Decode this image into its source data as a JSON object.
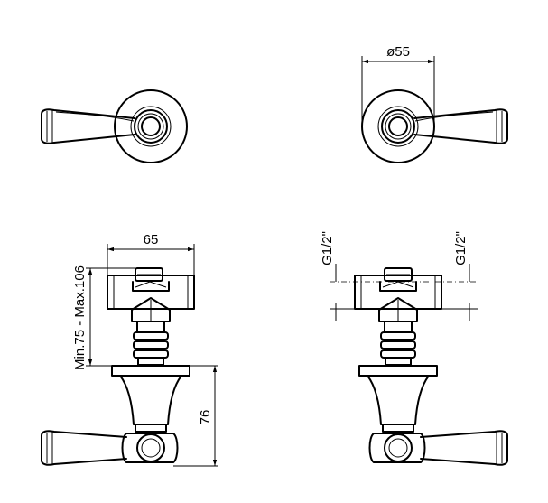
{
  "dimensions": {
    "diameter": "ø55",
    "width": "65",
    "range": "Min.75 - Max.106",
    "height": "76",
    "thread_left": "G1/2\"",
    "thread_right": "G1/2\""
  }
}
